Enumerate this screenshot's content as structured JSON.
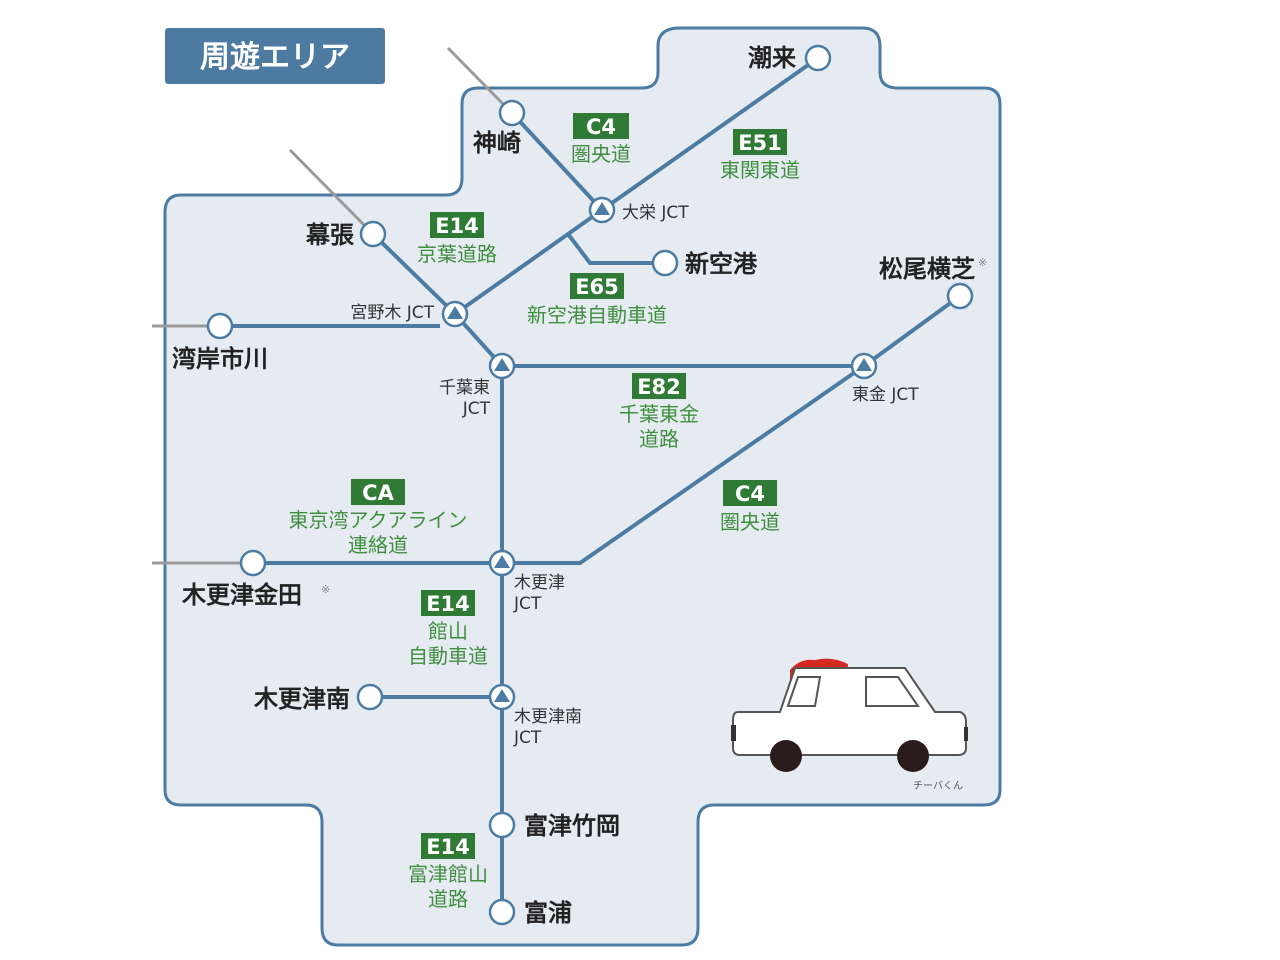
{
  "title": "周遊エリア",
  "colors": {
    "line": "#4c7ca3",
    "badge": "#2f7a34",
    "route_text": "#3f8f3f",
    "area": "#e6ebf2",
    "title_bg": "#4d7aa0"
  },
  "stations": {
    "itako": "潮来",
    "kozaki": "神崎",
    "makuhari": "幕張",
    "shinkuko": "新空港",
    "matsuo": "松尾横芝",
    "matsuo_note": "※",
    "wangan": "湾岸市川",
    "kanada": "木更津金田",
    "kanada_note": "※",
    "kisarazu_minami": "木更津南",
    "futtsu": "富津竹岡",
    "tomiura": "富浦"
  },
  "jcts": {
    "taiei": "大栄 JCT",
    "miyanogi": "宮野木 JCT",
    "chibahigashi_1": "千葉東",
    "chibahigashi_2": "JCT",
    "togane": "東金 JCT",
    "kisarazu_1": "木更津",
    "kisarazu_2": "JCT",
    "kisarazuminami_1": "木更津南",
    "kisarazuminami_2": "JCT"
  },
  "routes": [
    {
      "code": "C4",
      "name": [
        "圏央道"
      ]
    },
    {
      "code": "E51",
      "name": [
        "東関東道"
      ]
    },
    {
      "code": "E14",
      "name": [
        "京葉道路"
      ]
    },
    {
      "code": "E65",
      "name": [
        "新空港自動車道"
      ]
    },
    {
      "code": "E82",
      "name": [
        "千葉東金",
        "道路"
      ]
    },
    {
      "code": "C4",
      "name": [
        "圏央道"
      ]
    },
    {
      "code": "CA",
      "name": [
        "東京湾アクアライン",
        "連絡道"
      ]
    },
    {
      "code": "E14",
      "name": [
        "館山",
        "自動車道"
      ]
    },
    {
      "code": "E14",
      "name": [
        "富津館山",
        "道路"
      ]
    }
  ],
  "character_caption": "チーバくん"
}
